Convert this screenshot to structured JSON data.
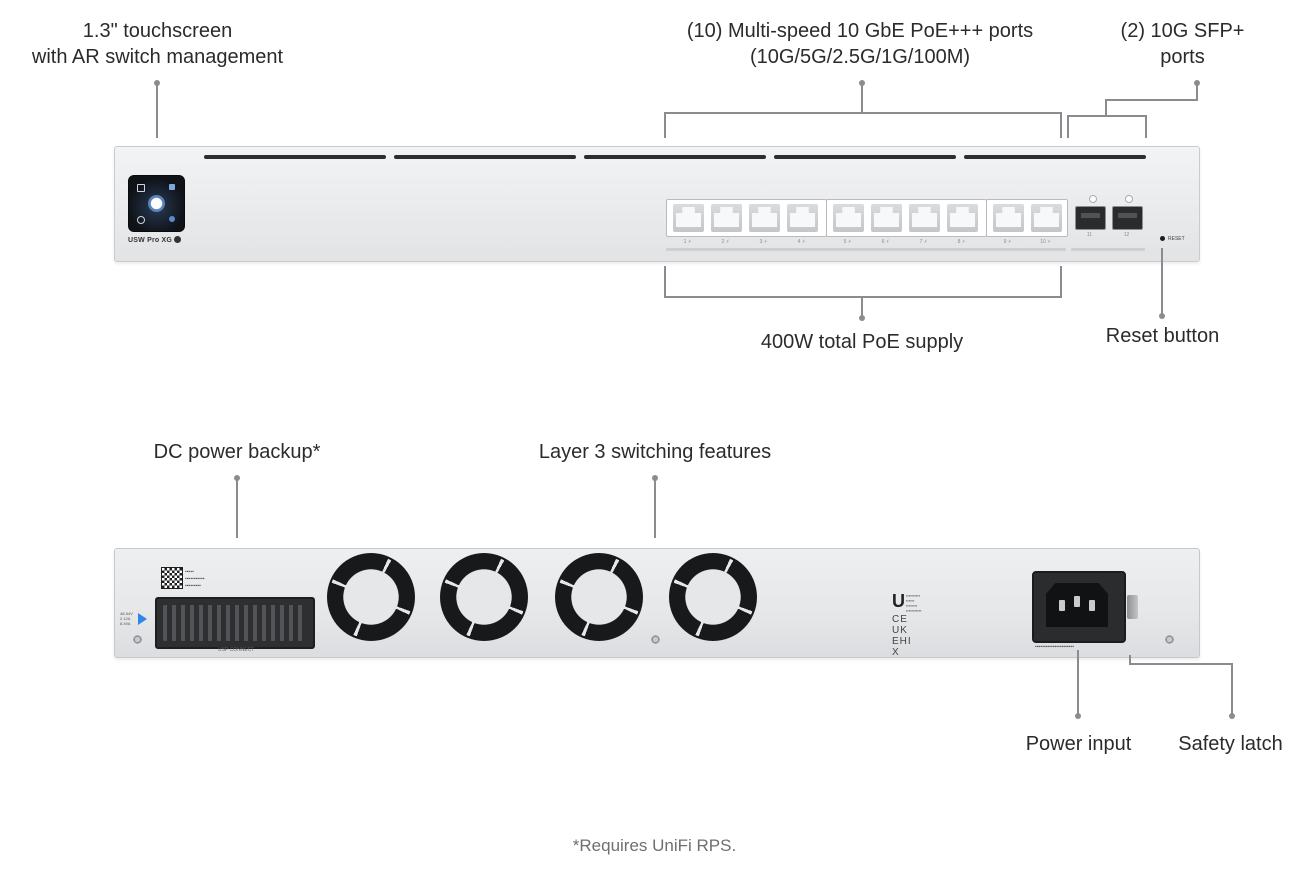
{
  "labels": {
    "touchscreen_line1": "1.3\" touchscreen",
    "touchscreen_line2": "with AR switch management",
    "multispeed_line1": "(10) Multi-speed 10 GbE PoE+++ ports",
    "multispeed_line2": "(10G/5G/2.5G/1G/100M)",
    "sfp_line1": "(2) 10G SFP+",
    "sfp_line2": "ports",
    "poe_supply": "400W total PoE supply",
    "reset_button": "Reset button",
    "dc_backup": "DC power backup*",
    "layer3": "Layer 3 switching features",
    "power_input": "Power input",
    "safety_latch": "Safety latch"
  },
  "footnote": "*Requires UniFi RPS.",
  "front_panel": {
    "model": "USW Pro XG",
    "port_labels": [
      "1 ⚡",
      "2 ⚡",
      "3 ⚡",
      "4 ⚡",
      "5 ⚡",
      "6 ⚡",
      "7 ⚡",
      "8 ⚡",
      "9 ⚡",
      "10 ⚡"
    ],
    "sfp_labels": [
      "11",
      "12"
    ],
    "reset_text": "RESET"
  },
  "back_panel": {
    "dc_connector_label": "USP CONNECT",
    "led_text": [
      "48-54V",
      "2.12A",
      "8.49A"
    ],
    "regulatory_ce": "CE UK EHI X",
    "colors": {
      "accent_blue": "#2e86e6",
      "panel": "#e6e7e9",
      "leader_line": "#8a8c8f"
    }
  }
}
